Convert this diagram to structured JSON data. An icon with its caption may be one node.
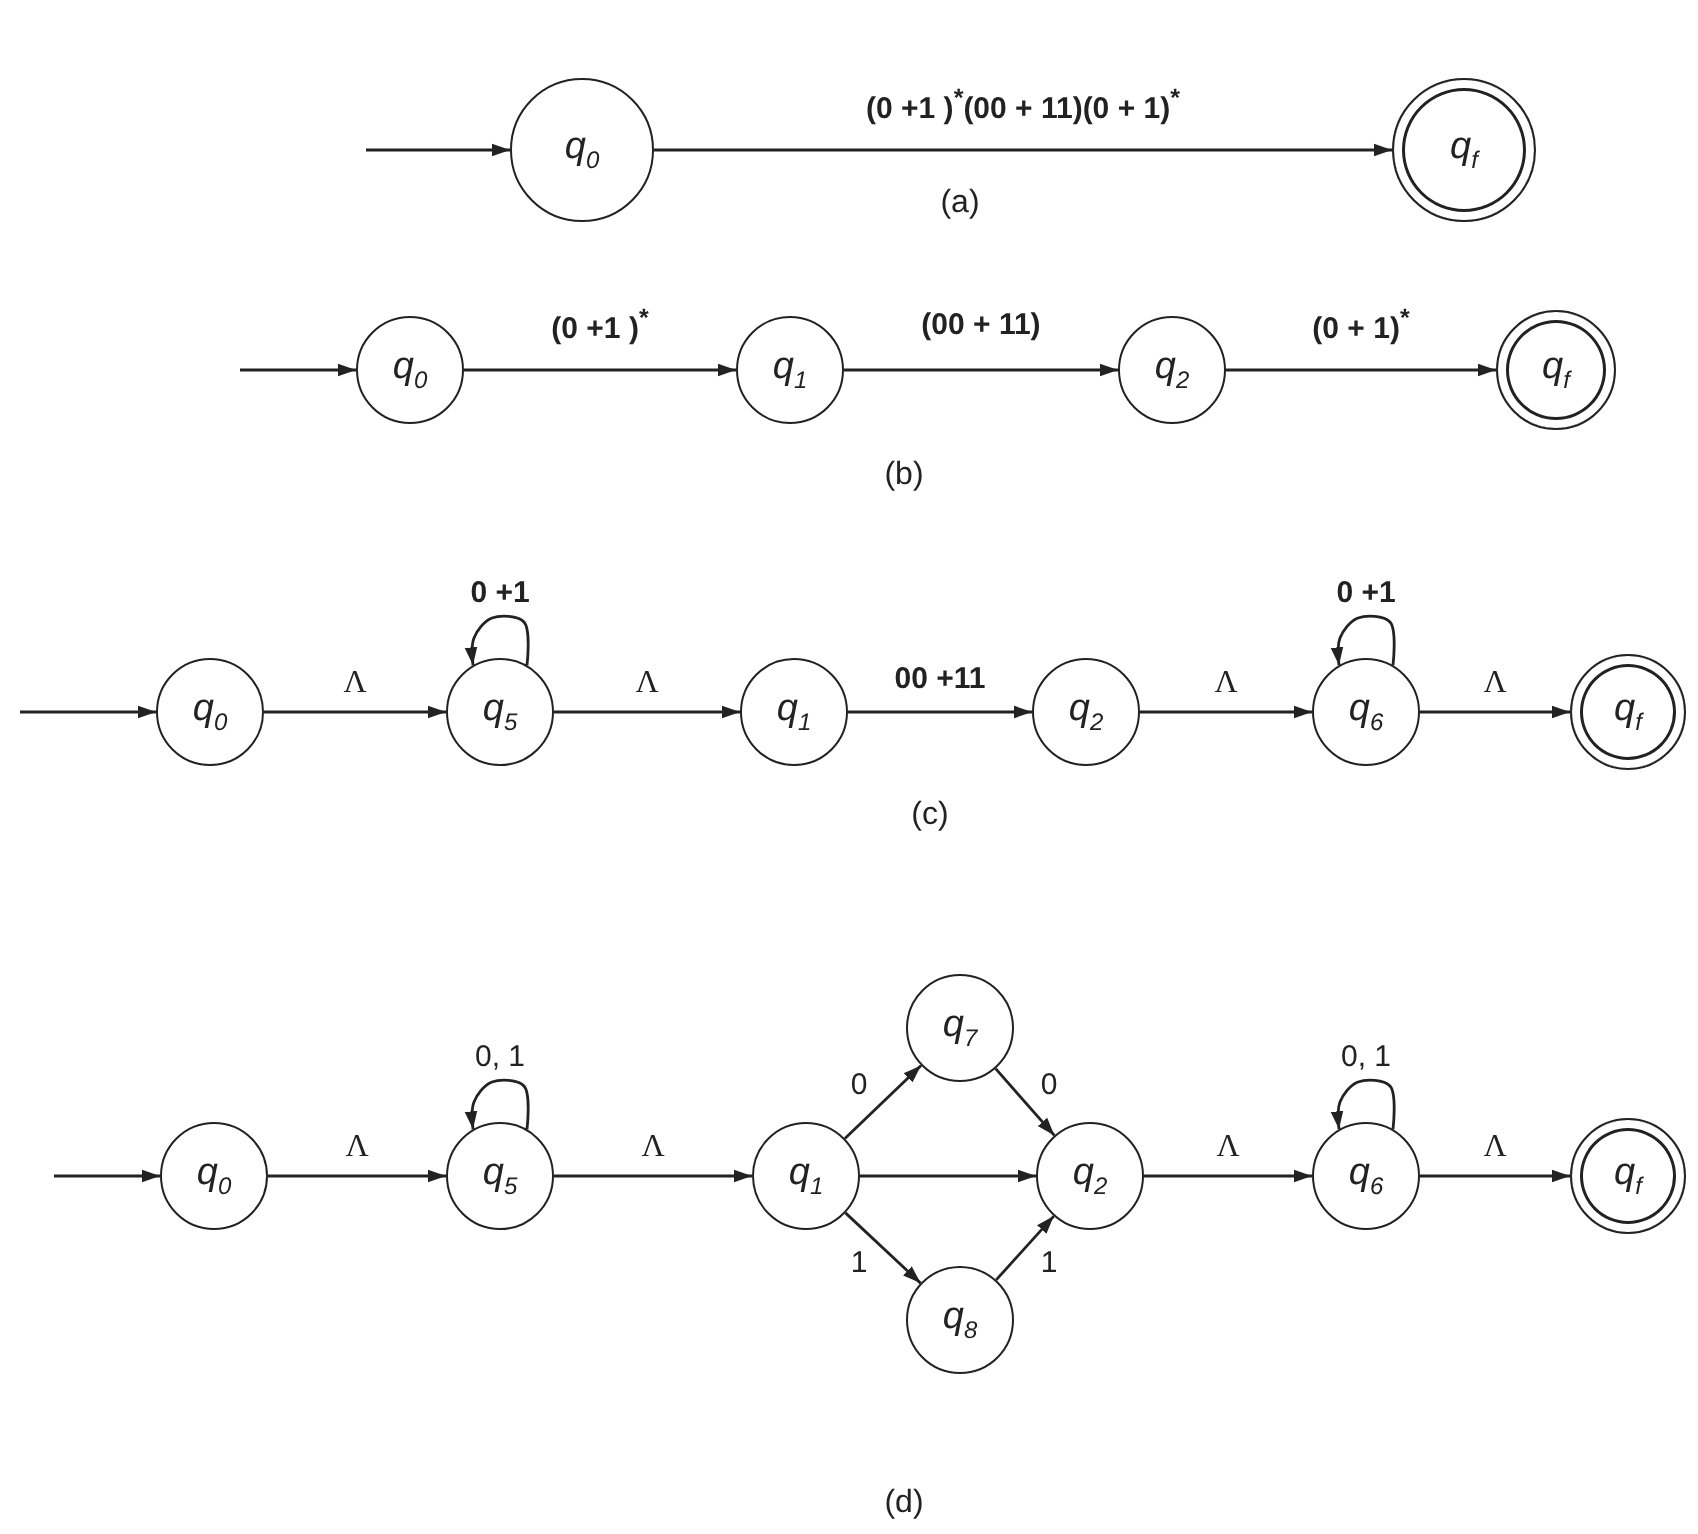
{
  "diagram": {
    "nodes": [
      {
        "text": [
          "q$_{0}$"
        ]
      },
      {
        "text": [
          "q$_{f}$"
        ]
      },
      {
        "text": [
          "q$_{0}$"
        ]
      },
      {
        "text": [
          "q$_{1}$"
        ]
      },
      {
        "text": [
          "q$_{2}$"
        ]
      },
      {
        "text": [
          "q$_{f}$"
        ]
      },
      {
        "text": [
          "q$_{0}$"
        ]
      },
      {
        "text": [
          "q$_{5}$"
        ]
      },
      {
        "text": [
          "q$_{1}$"
        ]
      },
      {
        "text": [
          "q$_{2}$"
        ]
      },
      {
        "text": [
          "q$_{6}$"
        ]
      },
      {
        "text": [
          "q$_{f}$"
        ]
      },
      {
        "text": [
          "q$_{0}$"
        ]
      },
      {
        "text": [
          "q$_{5}$"
        ]
      },
      {
        "text": [
          "q$_{1}$"
        ]
      },
      {
        "text": [
          "q$_{7}$"
        ]
      },
      {
        "text": [
          "q$_{8}$"
        ]
      },
      {
        "text": [
          "q$_{2}$"
        ]
      },
      {
        "text": [
          "q$_{6}$"
        ]
      },
      {
        "text": [
          "q$_{f}$"
        ]
      }
    ],
    "edges": [
      {
        "from": null,
        "to": 0,
        "arrow": "to"
      },
      {
        "from": 0,
        "to": 1,
        "arrow": "to",
        "label": "(0 +1 )$^{*}$(00 + 11)(0 + 1)$^{*}$"
      },
      {
        "from": null,
        "to": 2,
        "arrow": "to"
      },
      {
        "from": 2,
        "to": 3,
        "arrow": "to",
        "label": "(0 +1 )$^{*}$"
      },
      {
        "from": 3,
        "to": 4,
        "arrow": "to",
        "label": "(00 + 11)"
      },
      {
        "from": 4,
        "to": 5,
        "arrow": "to",
        "label": "(0 + 1)$^{*}$"
      },
      {
        "from": null,
        "to": 6,
        "arrow": "to"
      },
      {
        "from": 6,
        "to": 7,
        "arrow": "to",
        "label": "Λ"
      },
      {
        "from": 7,
        "to": 7,
        "arrow": "to",
        "label": "0 +1"
      },
      {
        "from": 7,
        "to": 8,
        "arrow": "to",
        "label": "Λ"
      },
      {
        "from": 8,
        "to": 9,
        "arrow": "to",
        "label": "00 +11"
      },
      {
        "from": 9,
        "to": 10,
        "arrow": "to",
        "label": "Λ"
      },
      {
        "from": 10,
        "to": 10,
        "arrow": "to",
        "label": "0 +1"
      },
      {
        "from": 10,
        "to": 11,
        "arrow": "to",
        "label": "Λ"
      },
      {
        "from": null,
        "to": 12,
        "arrow": "to"
      },
      {
        "from": 12,
        "to": 13,
        "arrow": "to",
        "label": "Λ"
      },
      {
        "from": 13,
        "to": 13,
        "arrow": "to",
        "label": "0, 1"
      },
      {
        "from": 13,
        "to": 14,
        "arrow": "to",
        "label": "Λ"
      },
      {
        "from": 14,
        "to": 15,
        "arrow": "to",
        "label": "0"
      },
      {
        "from": 15,
        "to": 17,
        "arrow": "to",
        "label": "0"
      },
      {
        "from": 14,
        "to": 17,
        "arrow": "to"
      },
      {
        "from": 14,
        "to": 16,
        "arrow": "to",
        "label": "1"
      },
      {
        "from": 16,
        "to": 17,
        "arrow": "to",
        "label": "1"
      },
      {
        "from": 17,
        "to": 18,
        "arrow": "to",
        "label": "Λ"
      },
      {
        "from": 18,
        "to": 18,
        "arrow": "to",
        "label": "0, 1"
      },
      {
        "from": 18,
        "to": 19,
        "arrow": "to",
        "label": "Λ"
      }
    ],
    "labels": [
      "(a)",
      "(b)",
      "(c)",
      "(d)"
    ]
  }
}
